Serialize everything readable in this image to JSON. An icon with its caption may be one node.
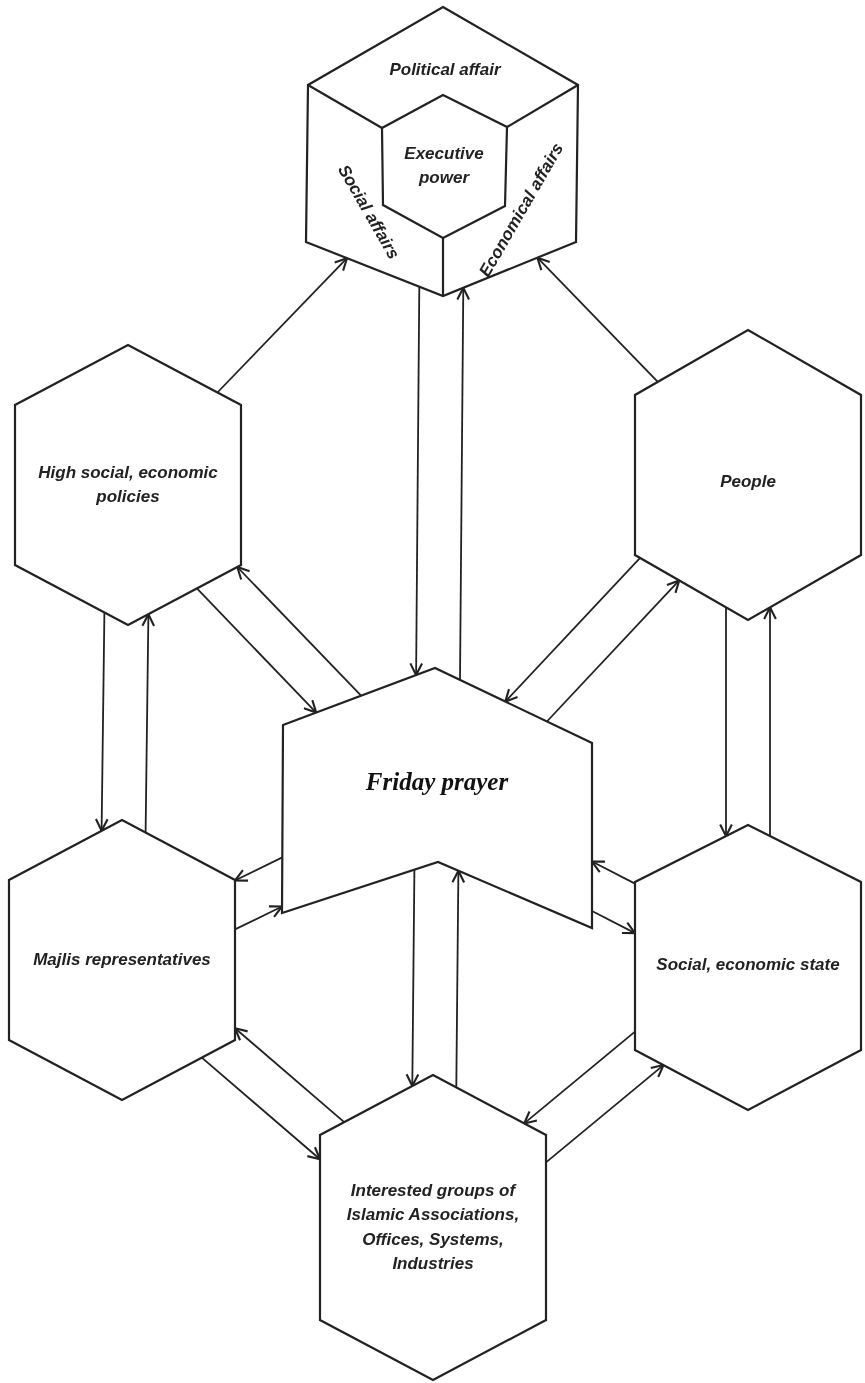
{
  "diagram": {
    "nodes": [
      {
        "text": [
          "Political affair",
          "Social affairs",
          "Economical affairs"
        ]
      },
      {
        "text": [
          "Executive power"
        ],
        "in": 0
      },
      {
        "text": [
          "High social, economic policies"
        ]
      },
      {
        "text": [
          "People"
        ]
      },
      {
        "text": [
          "Friday prayer"
        ]
      },
      {
        "text": [
          "Majlis representatives"
        ]
      },
      {
        "text": [
          "Social, economic state"
        ]
      },
      {
        "text": [
          "Interested groups of Islamic Associations, Offices, Systems, Industries"
        ]
      }
    ],
    "edges": [
      {
        "from": 2,
        "to": 0,
        "arrow": "to"
      },
      {
        "from": 3,
        "to": 0,
        "arrow": "to"
      },
      {
        "from": 4,
        "to": 0,
        "arrow": "to"
      },
      {
        "from": 0,
        "to": 4,
        "arrow": "to"
      },
      {
        "from": 2,
        "to": 4,
        "arrow": "to"
      },
      {
        "from": 4,
        "to": 2,
        "arrow": "to"
      },
      {
        "from": 3,
        "to": 4,
        "arrow": "to"
      },
      {
        "from": 4,
        "to": 3,
        "arrow": "to"
      },
      {
        "from": 5,
        "to": 2,
        "arrow": "to"
      },
      {
        "from": 2,
        "to": 5,
        "arrow": "to"
      },
      {
        "from": 6,
        "to": 3,
        "arrow": "to"
      },
      {
        "from": 3,
        "to": 6,
        "arrow": "to"
      },
      {
        "from": 4,
        "to": 5,
        "arrow": "to"
      },
      {
        "from": 5,
        "to": 4,
        "arrow": "to"
      },
      {
        "from": 6,
        "to": 4,
        "arrow": "to"
      },
      {
        "from": 4,
        "to": 6,
        "arrow": "to"
      },
      {
        "from": 7,
        "to": 4,
        "arrow": "to"
      },
      {
        "from": 4,
        "to": 7,
        "arrow": "to"
      },
      {
        "from": 7,
        "to": 5,
        "arrow": "to"
      },
      {
        "from": 5,
        "to": 7,
        "arrow": "to"
      },
      {
        "from": 7,
        "to": 6,
        "arrow": "to"
      },
      {
        "from": 6,
        "to": 7,
        "arrow": "to"
      }
    ]
  }
}
